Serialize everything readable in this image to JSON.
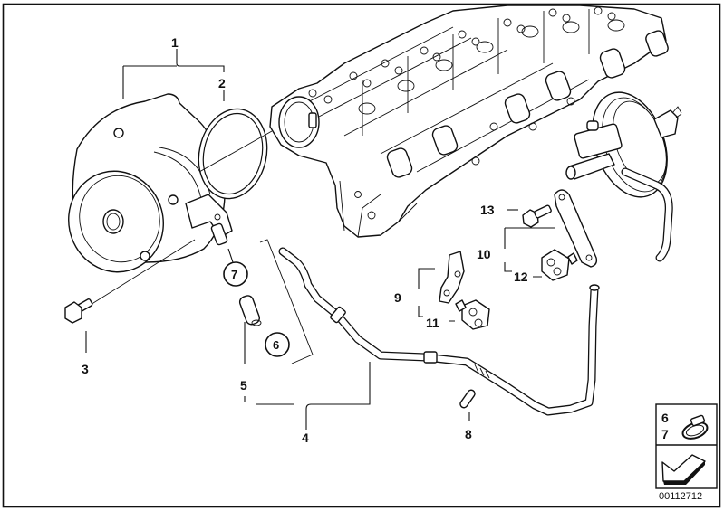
{
  "diagram": {
    "title": "Vacuum pump with tubes - parts diagram",
    "reference_number": "00112712",
    "callouts": [
      {
        "id": "1",
        "label": "1",
        "part": "vacuum-pump"
      },
      {
        "id": "2",
        "label": "2",
        "part": "o-ring"
      },
      {
        "id": "3",
        "label": "3",
        "part": "hex-bolt"
      },
      {
        "id": "4",
        "label": "4",
        "part": "vacuum-pipe"
      },
      {
        "id": "5",
        "label": "5",
        "part": "hose-connector"
      },
      {
        "id": "6",
        "label": "6",
        "part": "hose-clamp"
      },
      {
        "id": "7",
        "label": "7",
        "part": "hose-clamp"
      },
      {
        "id": "8",
        "label": "8",
        "part": "clip"
      },
      {
        "id": "9",
        "label": "9",
        "part": "bracket"
      },
      {
        "id": "10",
        "label": "10",
        "part": "bracket"
      },
      {
        "id": "11",
        "label": "11",
        "part": "pipe-clip"
      },
      {
        "id": "12",
        "label": "12",
        "part": "pipe-clip"
      },
      {
        "id": "13",
        "label": "13",
        "part": "hex-bolt"
      }
    ],
    "legend": {
      "item_a": "6",
      "item_b": "7",
      "icon_top": "hose-clamp-icon",
      "icon_bottom": "arrow-icon"
    },
    "colors": {
      "line": "#111111",
      "background": "#ffffff"
    }
  }
}
